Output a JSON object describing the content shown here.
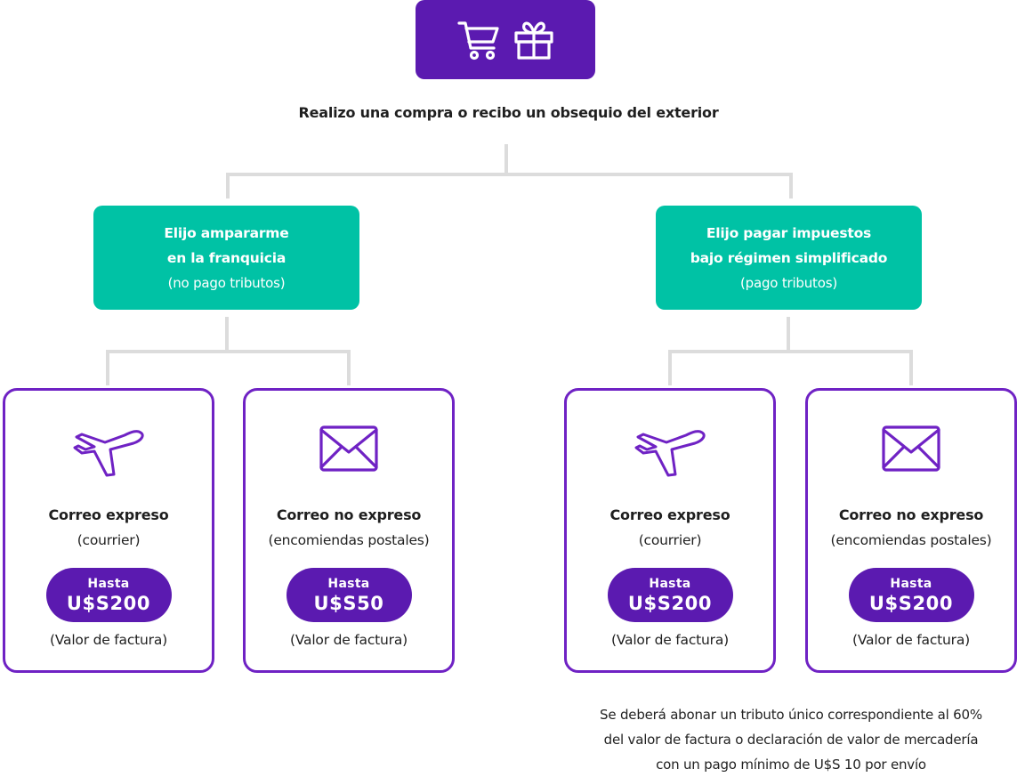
{
  "root": {
    "icons": [
      "shopping-cart-icon",
      "gift-icon"
    ],
    "label": "Realizo una compra o recibo un obsequio del exterior"
  },
  "branches": [
    {
      "line1": "Elijo ampararme",
      "line2": "en la franquicia",
      "sub": "(no pago tributos)",
      "cards": [
        {
          "icon": "airplane-icon",
          "title": "Correo expreso",
          "subtitle": "(courrier)",
          "limit_label": "Hasta",
          "limit": "U$S200",
          "note": "(Valor de factura)"
        },
        {
          "icon": "envelope-icon",
          "title": "Correo no expreso",
          "subtitle": "(encomiendas postales)",
          "limit_label": "Hasta",
          "limit": "U$S50",
          "note": "(Valor de factura)"
        }
      ]
    },
    {
      "line1": "Elijo pagar impuestos",
      "line2": "bajo régimen simplificado",
      "sub": "(pago tributos)",
      "cards": [
        {
          "icon": "airplane-icon",
          "title": "Correo expreso",
          "subtitle": "(courrier)",
          "limit_label": "Hasta",
          "limit": "U$S200",
          "note": "(Valor de factura)"
        },
        {
          "icon": "envelope-icon",
          "title": "Correo no expreso",
          "subtitle": "(encomiendas postales)",
          "limit_label": "Hasta",
          "limit": "U$S200",
          "note": "(Valor de factura)"
        }
      ]
    }
  ],
  "footnote": {
    "line1": "Se deberá abonar un tributo único correspondiente al 60%",
    "line2": "del valor de factura o declaración de valor de mercadería",
    "line3": "con un pago mínimo de U$S 10 por envío"
  },
  "colors": {
    "purple": "#5b1ab0",
    "card_border": "#6f22c4",
    "teal": "#00c2a5",
    "connector": "#dcdcdc"
  }
}
